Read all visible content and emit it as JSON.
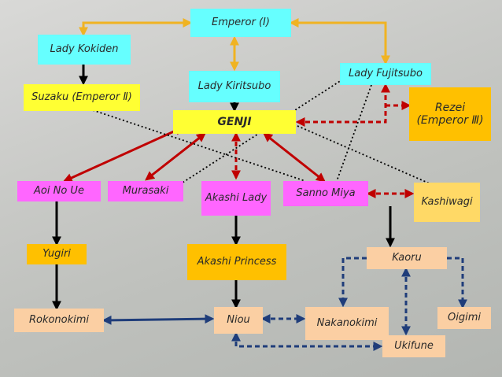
{
  "nodes": {
    "emperor1": "Emperor (Ⅰ)",
    "lady_kokiden": "Lady Kokiden",
    "lady_kiritsubo": "Lady Kiritsubo",
    "lady_fujitsubo": "Lady Fujitsubo",
    "suzaku": "Suzaku (Emperor Ⅱ)",
    "rezei": "Rezei (Emperor Ⅲ)",
    "genji": "GENJI",
    "aoi": "Aoi No Ue",
    "murasaki": "Murasaki",
    "akashi_lady": "Akashi Lady",
    "sanno_miya": "Sanno Miya",
    "kashiwagi": "Kashiwagi",
    "yugiri": "Yugiri",
    "akashi_princess": "Akashi Princess",
    "kaoru": "Kaoru",
    "rokonokimi": "Rokonokimi",
    "niou": "Niou",
    "nakanokimi": "Nakanokimi",
    "oigimi": "Oigimi",
    "ukifune": "Ukifune"
  },
  "colors": {
    "marriage": "#f0b322",
    "descent": "#000000",
    "romance": "#c00000",
    "affair": "#c00000",
    "secret": "#000000",
    "bond": "#1f3d7a",
    "cyan": "#66ffff",
    "yellow": "#ffff33",
    "orange": "#ffc000",
    "pink": "#ff66ff",
    "peach": "#fbcfa3"
  }
}
